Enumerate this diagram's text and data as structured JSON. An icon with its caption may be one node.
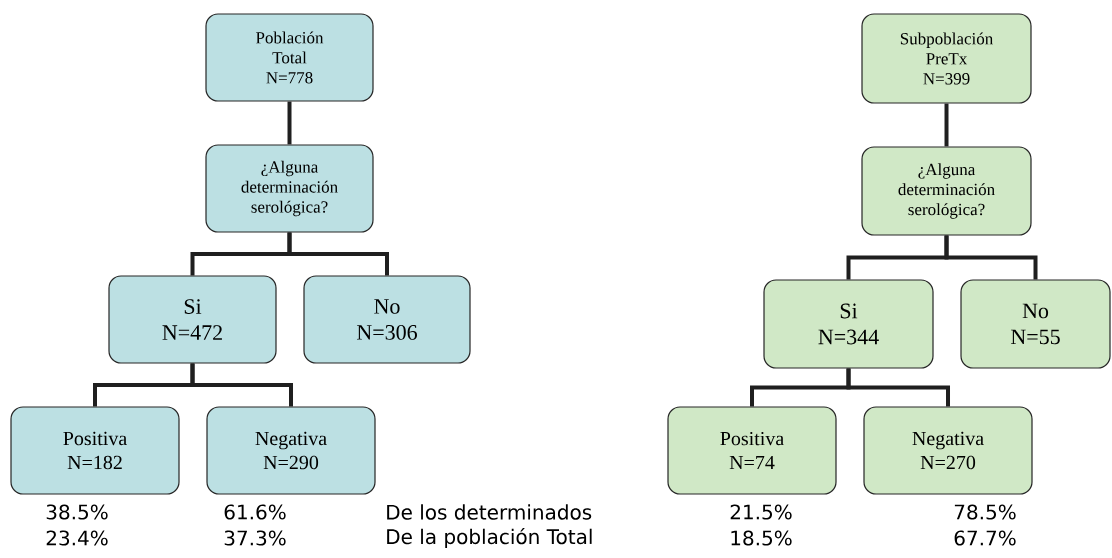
{
  "diagram": {
    "nodes": [
      {
        "text": [
          "Población Total",
          "N=778"
        ]
      },
      {
        "text": [
          "¿Alguna determinación serológica?"
        ]
      },
      {
        "text": [
          "Si",
          "N=472"
        ]
      },
      {
        "text": [
          "No",
          "N=306"
        ]
      },
      {
        "text": [
          "Positiva",
          "N=182"
        ]
      },
      {
        "text": [
          "Negativa",
          "N=290"
        ]
      },
      {
        "text": [
          "Subpoblación PreTx",
          "N=399"
        ]
      },
      {
        "text": [
          "¿Alguna determinación serológica?"
        ]
      },
      {
        "text": [
          "Si",
          "N=344"
        ]
      },
      {
        "text": [
          "No",
          "N=55"
        ]
      },
      {
        "text": [
          "Positiva",
          "N=74"
        ]
      },
      {
        "text": [
          "Negativa",
          "N=270"
        ]
      }
    ],
    "edges": [
      {
        "from": 0,
        "to": 1,
        "arrow": "none"
      },
      {
        "from": 1,
        "to": 2,
        "arrow": "none"
      },
      {
        "from": 1,
        "to": 3,
        "arrow": "none"
      },
      {
        "from": 2,
        "to": 4,
        "arrow": "none"
      },
      {
        "from": 2,
        "to": 5,
        "arrow": "none"
      },
      {
        "from": 6,
        "to": 7,
        "arrow": "none"
      },
      {
        "from": 7,
        "to": 8,
        "arrow": "none"
      },
      {
        "from": 7,
        "to": 9,
        "arrow": "none"
      },
      {
        "from": 8,
        "to": 10,
        "arrow": "none"
      },
      {
        "from": 8,
        "to": 11,
        "arrow": "none"
      }
    ],
    "labels": [
      "38.5%",
      "61.6%",
      "De los determinados",
      "21.5%",
      "78.5%",
      "23.4%",
      "37.3%",
      "De la población Total",
      "18.5%",
      "67.7%"
    ]
  }
}
